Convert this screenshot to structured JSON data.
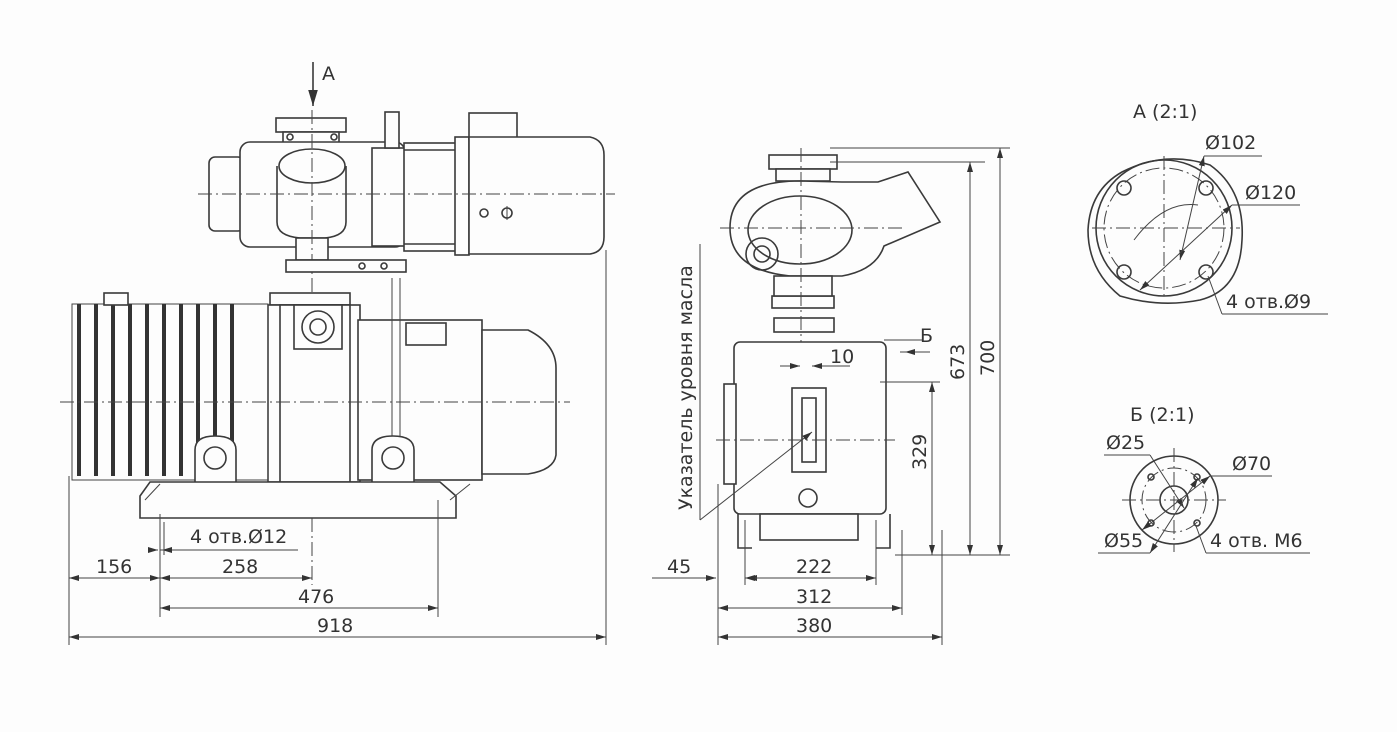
{
  "front_view": {
    "view_arrow_label": "А",
    "dimensions": {
      "holes_note": "4 отв.Ø12",
      "d156": "156",
      "d258": "258",
      "d476": "476",
      "d918": "918"
    }
  },
  "side_view": {
    "oil_level_indicator_label": "Указатель уровня масла",
    "view_arrow_label": "Б",
    "dimensions": {
      "d10": "10",
      "d673": "673",
      "d700": "700",
      "d329": "329",
      "d45": "45",
      "d222": "222",
      "d312": "312",
      "d380": "380"
    }
  },
  "detail_a": {
    "title": "А (2:1)",
    "d102": "Ø102",
    "d120": "Ø120",
    "holes_note": "4 отв.Ø9"
  },
  "detail_b": {
    "title": "Б (2:1)",
    "d25": "Ø25",
    "d70": "Ø70",
    "d55": "Ø55",
    "holes_note": "4 отв. М6"
  }
}
